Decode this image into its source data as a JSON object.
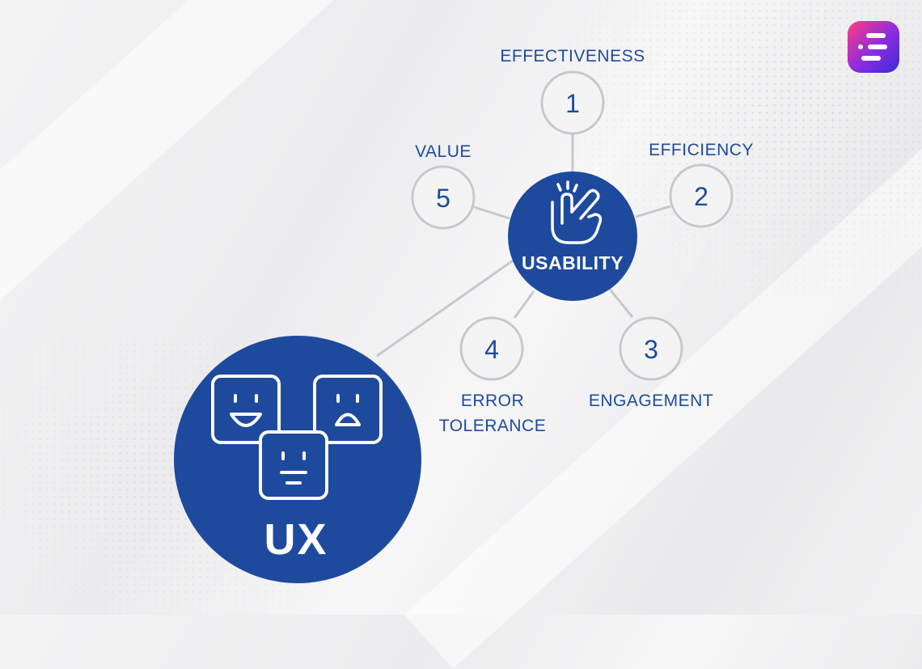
{
  "diagram": {
    "hub_label": "USABILITY",
    "root_label": "UX",
    "nodes": [
      {
        "number": "1",
        "label": "EFFECTIVENESS"
      },
      {
        "number": "2",
        "label": "EFFICIENCY"
      },
      {
        "number": "3",
        "label": "ENGAGEMENT"
      },
      {
        "number": "4",
        "label_line1": "ERROR",
        "label_line2": "TOLERANCE"
      },
      {
        "number": "5",
        "label": "VALUE"
      }
    ]
  },
  "colors": {
    "primary_blue": "#1e4a9e",
    "node_stroke": "#c8c8cc",
    "icon_stroke": "#ffffff"
  },
  "icons": {
    "hub_icon": "hand-snap-icon",
    "faces": [
      "happy-face-icon",
      "sad-face-icon",
      "neutral-face-icon"
    ],
    "brand_logo": "brand-logo-icon"
  }
}
